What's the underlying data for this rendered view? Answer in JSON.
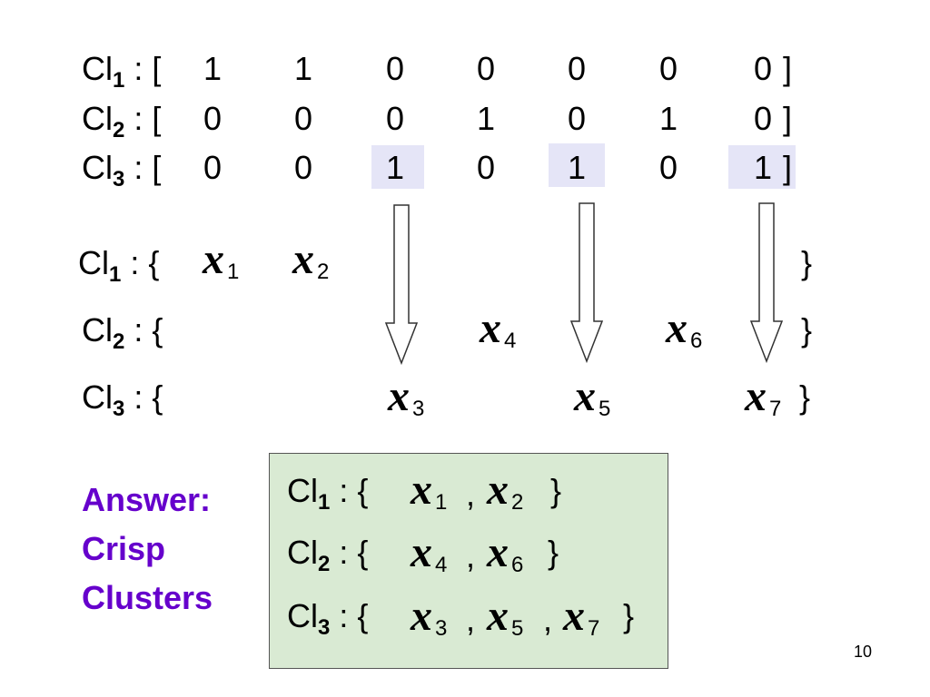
{
  "matrix": {
    "rows": [
      {
        "label": "Cl",
        "sub": "1",
        "open": ": [",
        "values": [
          "1",
          "1",
          "0",
          "0",
          "0",
          "0",
          "0"
        ],
        "close": "]"
      },
      {
        "label": "Cl",
        "sub": "2",
        "open": ": [",
        "values": [
          "0",
          "0",
          "0",
          "1",
          "0",
          "1",
          "0"
        ],
        "close": "]"
      },
      {
        "label": "Cl",
        "sub": "3",
        "open": ": [",
        "values": [
          "0",
          "0",
          "1",
          "0",
          "1",
          "0",
          "1"
        ],
        "close": "]"
      }
    ],
    "highlighted_columns": [
      3,
      5,
      7
    ]
  },
  "sets": {
    "rows": [
      {
        "label": "Cl",
        "sub": "1",
        "open": ": {",
        "close": "}",
        "members": [
          {
            "var": "x",
            "idx": "1"
          },
          {
            "var": "x",
            "idx": "2"
          }
        ]
      },
      {
        "label": "Cl",
        "sub": "2",
        "open": ": {",
        "close": "}",
        "members": [
          {
            "var": "x",
            "idx": "4"
          },
          {
            "var": "x",
            "idx": "6"
          }
        ]
      },
      {
        "label": "Cl",
        "sub": "3",
        "open": ": {",
        "close": "}",
        "members": [
          {
            "var": "x",
            "idx": "3"
          },
          {
            "var": "x",
            "idx": "5"
          },
          {
            "var": "x",
            "idx": "7"
          }
        ]
      }
    ]
  },
  "answer": {
    "lines": [
      "Answer:",
      "Crisp",
      "Clusters"
    ],
    "color": "#6600cc"
  },
  "result_box": {
    "background": "#d9ead3",
    "rows": [
      {
        "label": "Cl",
        "sub": "1",
        "open": ": {",
        "close": "}",
        "members": [
          {
            "var": "x",
            "idx": "1"
          },
          {
            "var": "x",
            "idx": "2"
          }
        ]
      },
      {
        "label": "Cl",
        "sub": "2",
        "open": ": {",
        "close": "}",
        "members": [
          {
            "var": "x",
            "idx": "4"
          },
          {
            "var": "x",
            "idx": "6"
          }
        ]
      },
      {
        "label": "Cl",
        "sub": "3",
        "open": ": {",
        "close": "}",
        "members": [
          {
            "var": "x",
            "idx": "3"
          },
          {
            "var": "x",
            "idx": "5"
          },
          {
            "var": "x",
            "idx": "7"
          }
        ]
      }
    ],
    "separator": ","
  },
  "page_number": "10"
}
